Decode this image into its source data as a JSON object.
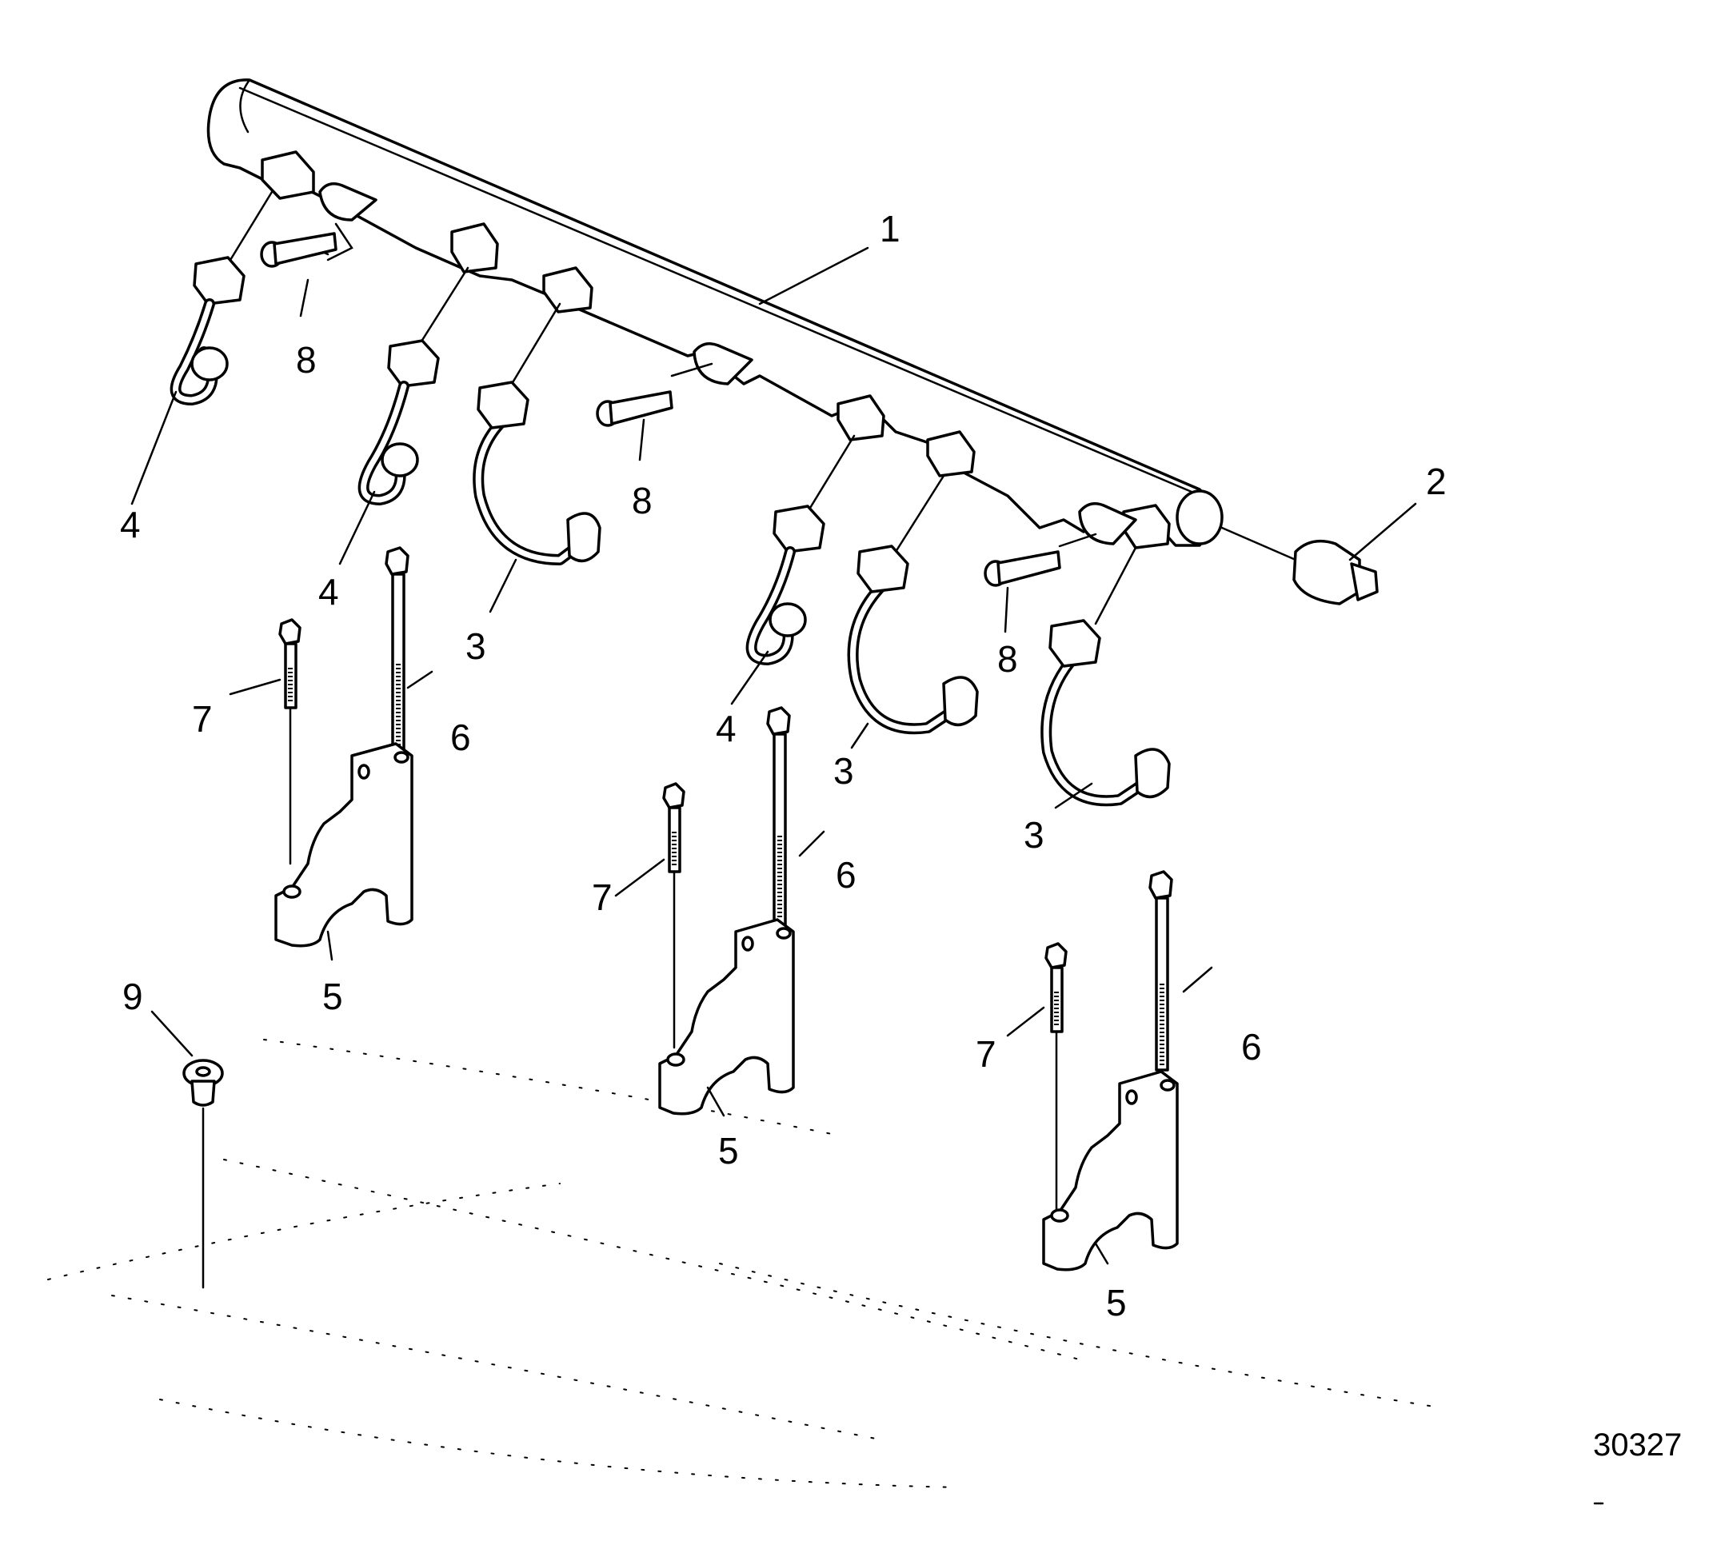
{
  "figure": {
    "number": "30327"
  },
  "callouts": [
    {
      "id": "c1",
      "label": "1"
    },
    {
      "id": "c2",
      "label": "2"
    },
    {
      "id": "c3a",
      "label": "3"
    },
    {
      "id": "c3b",
      "label": "3"
    },
    {
      "id": "c3c",
      "label": "3"
    },
    {
      "id": "c4a",
      "label": "4"
    },
    {
      "id": "c4b",
      "label": "4"
    },
    {
      "id": "c4c",
      "label": "4"
    },
    {
      "id": "c5a",
      "label": "5"
    },
    {
      "id": "c5b",
      "label": "5"
    },
    {
      "id": "c5c",
      "label": "5"
    },
    {
      "id": "c6a",
      "label": "6"
    },
    {
      "id": "c6b",
      "label": "6"
    },
    {
      "id": "c6c",
      "label": "6"
    },
    {
      "id": "c7a",
      "label": "7"
    },
    {
      "id": "c7b",
      "label": "7"
    },
    {
      "id": "c7c",
      "label": "7"
    },
    {
      "id": "c8a",
      "label": "8"
    },
    {
      "id": "c8b",
      "label": "8"
    },
    {
      "id": "c8c",
      "label": "8"
    },
    {
      "id": "c9",
      "label": "9"
    }
  ],
  "colors": {
    "line": "#000000",
    "background": "#ffffff"
  }
}
